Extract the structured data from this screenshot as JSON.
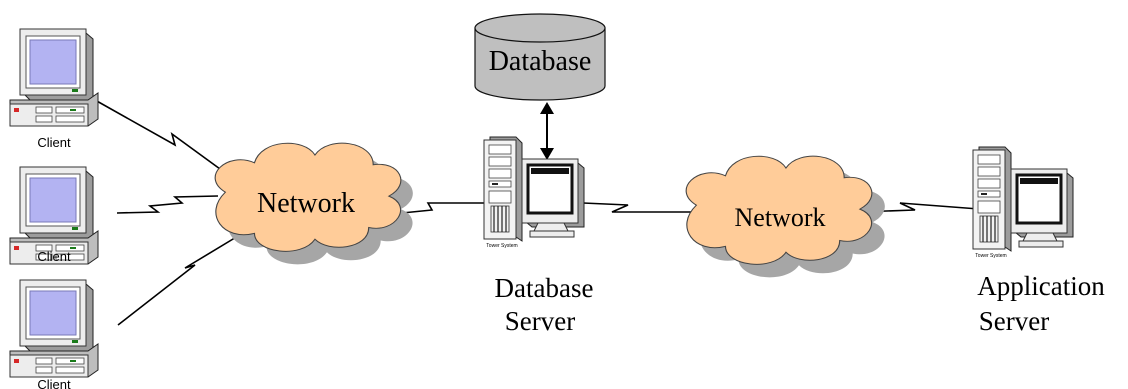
{
  "diagram": {
    "clients": [
      {
        "label": "Client"
      },
      {
        "label": "Client"
      },
      {
        "label": "Client"
      }
    ],
    "networks": [
      {
        "label": "Network"
      },
      {
        "label": "Network"
      }
    ],
    "database": {
      "label": "Database"
    },
    "database_server": {
      "label_line1": "Database",
      "label_line2": "Server",
      "tower_caption": "Tower System"
    },
    "application_server": {
      "label_line1": "Application",
      "label_line2": "Server",
      "tower_caption": "Tower System"
    },
    "colors": {
      "cloud_fill": "#FFCC99",
      "cloud_shadow": "#A6A6A6",
      "database_fill": "#BFBFBF",
      "pc_body": "#E8E8E8",
      "pc_screen": "#B3B3F2"
    }
  }
}
